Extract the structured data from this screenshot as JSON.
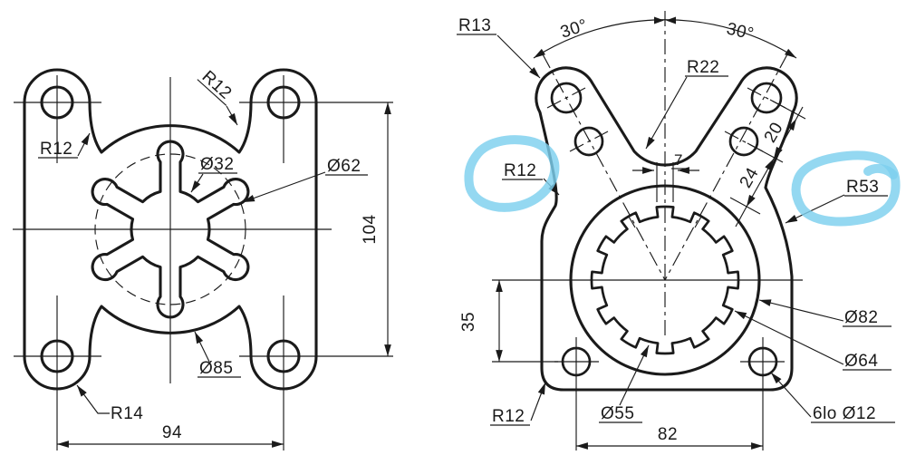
{
  "type": "technical-drawing",
  "ink_color": "#1a1a1a",
  "highlight_color": "#7dd0ee",
  "left": {
    "r12_side": "R12",
    "r12_fillet": "R12",
    "d32": "Ø32",
    "d62": "Ø62",
    "d85": "Ø85",
    "r14": "R14",
    "width": "94",
    "height": "104"
  },
  "right": {
    "r13": "R13",
    "angle_left": "30°",
    "angle_right": "30°",
    "r22": "R22",
    "r12_notch": "R12",
    "r53": "R53",
    "d7": "7",
    "d20": "20",
    "d24": "24",
    "d35": "35",
    "d82": "Ø82",
    "d64": "Ø64",
    "d55": "Ø55",
    "r12_corner": "R12",
    "width": "82",
    "holes_note": "6lo Ø12"
  }
}
